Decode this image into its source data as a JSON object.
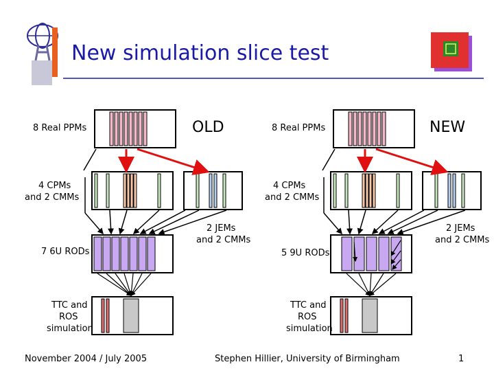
{
  "title": "New simulation slice test",
  "footer": {
    "date": "November 2004 / July 2005",
    "author": "Stephen Hillier, University of Birmingham",
    "page": "1"
  },
  "old": {
    "heading": "OLD",
    "ppm_label": "8 Real PPMs",
    "cpm_label_line1": "4 CPMs",
    "cpm_label_line2": "and 2 CMMs",
    "jem_label_line1": "2 JEMs",
    "jem_label_line2": "and 2 CMMs",
    "rod_label": "7 6U RODs",
    "ttc_label_line1": "TTC and",
    "ttc_label_line2": "ROS",
    "ttc_label_line3": "simulation"
  },
  "new": {
    "heading": "NEW",
    "ppm_label": "8 Real PPMs",
    "cpm_label_line1": "4 CPMs",
    "cpm_label_line2": "and 2 CMMs",
    "jem_label_line1": "2 JEMs",
    "jem_label_line2": "and 2 CMMs",
    "rod_label": "5 9U RODs",
    "ttc_label_line1": "TTC and",
    "ttc_label_line2": "ROS",
    "ttc_label_line3": "simulation"
  },
  "colors": {
    "title": "#1a1aa8",
    "arrow": "#e01010",
    "ppm_module": "#f2b8c8",
    "cpm_module": "#f8c8a8",
    "cmm_module": "#c8e8c0",
    "jem_module": "#b8d0f0",
    "rod_module": "#c8a8f0",
    "ttc_module": "#e07070",
    "ros_module": "#c8c8c8"
  },
  "icons": [
    "atlas-logo-icon",
    "chip-logo-icon"
  ]
}
